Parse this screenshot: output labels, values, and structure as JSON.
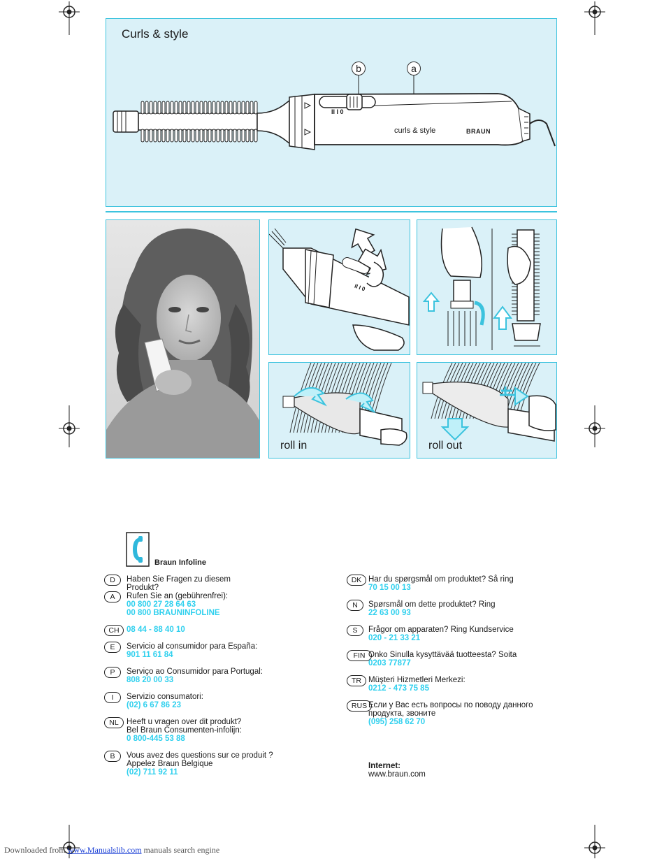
{
  "hero": {
    "title": "Curls & style",
    "callout_a": "a",
    "callout_b": "b",
    "device_label": "curls & style",
    "brand": "BRAUN",
    "switch_marks": "II I 0"
  },
  "panels": {
    "roll_in": "roll in",
    "roll_out": "roll out",
    "switch_marks": "II I 0"
  },
  "infoline": {
    "title": "Braun Infoline"
  },
  "contacts_left": [
    {
      "code": "D",
      "text": [
        "Haben Sie Fragen zu diesem",
        "Produkt?"
      ],
      "phones": []
    },
    {
      "code": "A",
      "text": [
        "Rufen Sie an (gebührenfrei):"
      ],
      "phones": [
        "00 800 27 28 64 63",
        "00 800  BRAUNINFOLINE"
      ]
    },
    {
      "code": "CH",
      "text": [],
      "phones": [
        "08 44 - 88 40 10"
      ]
    },
    {
      "code": "E",
      "text": [
        "Servicio al consumidor para España:"
      ],
      "phones": [
        "901 11 61 84"
      ]
    },
    {
      "code": "P",
      "text": [
        "Serviço ao Consumidor para Portugal:"
      ],
      "phones": [
        "808 20 00 33"
      ]
    },
    {
      "code": "I",
      "text": [
        "Servizio consumatori:"
      ],
      "phones": [
        "(02) 6 67 86 23"
      ]
    },
    {
      "code": "NL",
      "text": [
        "Heeft u vragen over dit produkt?",
        "Bel Braun Consumenten-infolijn:"
      ],
      "phones": [
        "0 800-445 53 88"
      ]
    },
    {
      "code": "B",
      "text": [
        "Vous avez des questions sur ce produit ?",
        "Appelez Braun Belgique"
      ],
      "phones": [
        "(02) 711 92 11"
      ]
    }
  ],
  "contacts_right": [
    {
      "code": "DK",
      "text": [
        "Har du spørgsmål om produktet? Så ring"
      ],
      "phones": [
        "70 15 00 13"
      ]
    },
    {
      "code": "N",
      "text": [
        "Spørsmål om dette produktet? Ring"
      ],
      "phones": [
        "22 63 00 93"
      ]
    },
    {
      "code": "S",
      "text": [
        "Frågor om apparaten? Ring Kundservice"
      ],
      "phones": [
        "020 - 21 33 21"
      ]
    },
    {
      "code": "FIN",
      "text": [
        "Onko Sinulla kysyttävää tuotteesta? Soita"
      ],
      "phones": [
        "0203 77877"
      ]
    },
    {
      "code": "TR",
      "text": [
        "Müşteri Hizmetleri Merkezi:"
      ],
      "phones": [
        "0212 - 473 75 85"
      ]
    },
    {
      "code": "RUS",
      "text": [
        "Если у Вас есть вопросы по поводу данного",
        "продукта, звоните"
      ],
      "phones": [
        "(095) 258 62 70"
      ]
    }
  ],
  "internet": {
    "label": "Internet:",
    "url": "www.braun.com"
  },
  "footer": {
    "prefix": "Downloaded from ",
    "link": "www.Manualslib.com",
    "suffix": " manuals search engine"
  },
  "colors": {
    "accent": "#3cc3de",
    "panel_bg": "#daf1f8",
    "phone": "#2fd0ee"
  }
}
